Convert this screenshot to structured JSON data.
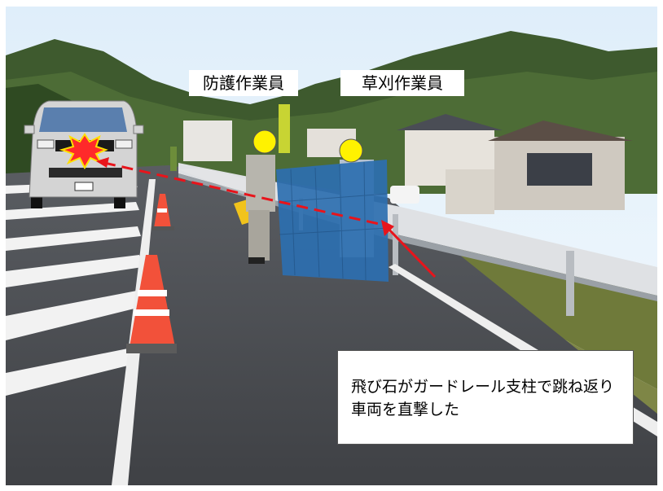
{
  "labels": {
    "guard_worker": "防護作業員",
    "mower_worker": "草刈作業員"
  },
  "callout": {
    "text": "飛び石がガードレール支柱で跳ね返り車両を直撃した"
  },
  "colors": {
    "trajectory": "#e8141b",
    "worker_marker": "#fff200",
    "impact": "#ff2a2a",
    "car_body": "#d4d4d4",
    "windshield": "#5a7fae",
    "cone": "#f2513a",
    "net": "#2d6fb0"
  },
  "icons": [
    "car-icon",
    "impact-burst-icon",
    "worker-marker-icon",
    "trajectory-arrow-icon"
  ]
}
